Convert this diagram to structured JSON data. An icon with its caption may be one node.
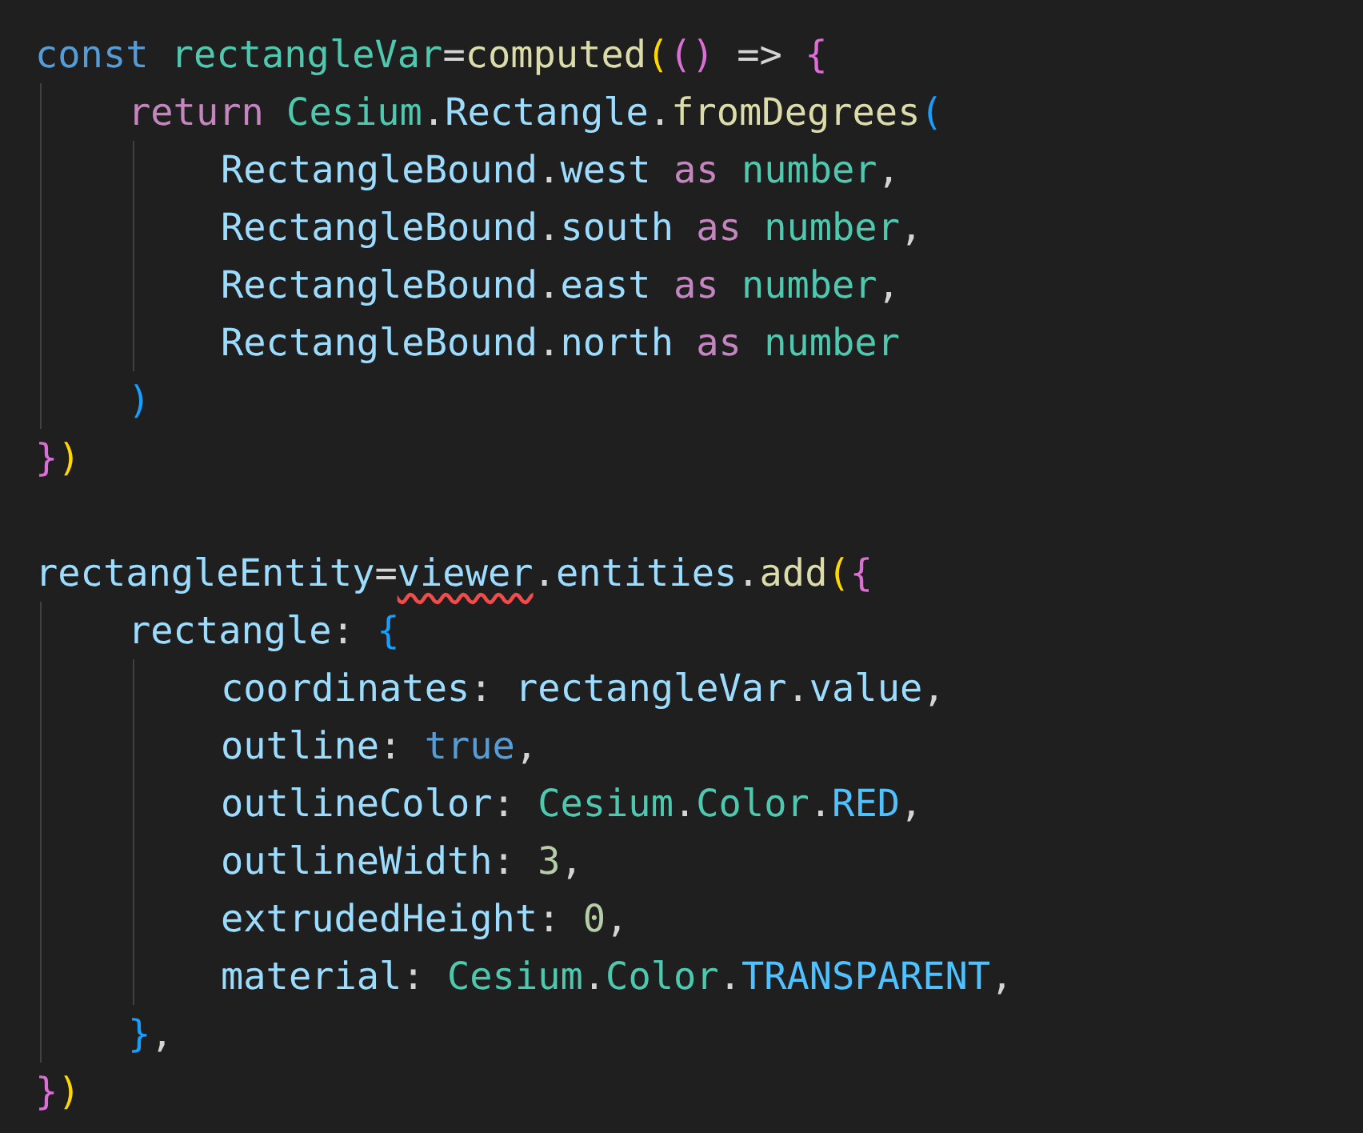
{
  "diagram": {
    "labels": [
      "const rectangleVar=computed(() => {",
      "return Cesium.Rectangle.fromDegrees(",
      "RectangleBound.west as number,",
      "RectangleBound.south as number,",
      "RectangleBound.east as number,",
      "RectangleBound.north as number",
      ")",
      "})",
      "rectangleEntity=viewer.entities.add({",
      "rectangle: {",
      "coordinates: rectangleVar.value,",
      "outline: true,",
      "outlineColor: Cesium.Color.RED,",
      "outlineWidth: 3,",
      "extrudedHeight: 0,",
      "material: Cesium.Color.TRANSPARENT,",
      "},",
      "})"
    ]
  }
}
